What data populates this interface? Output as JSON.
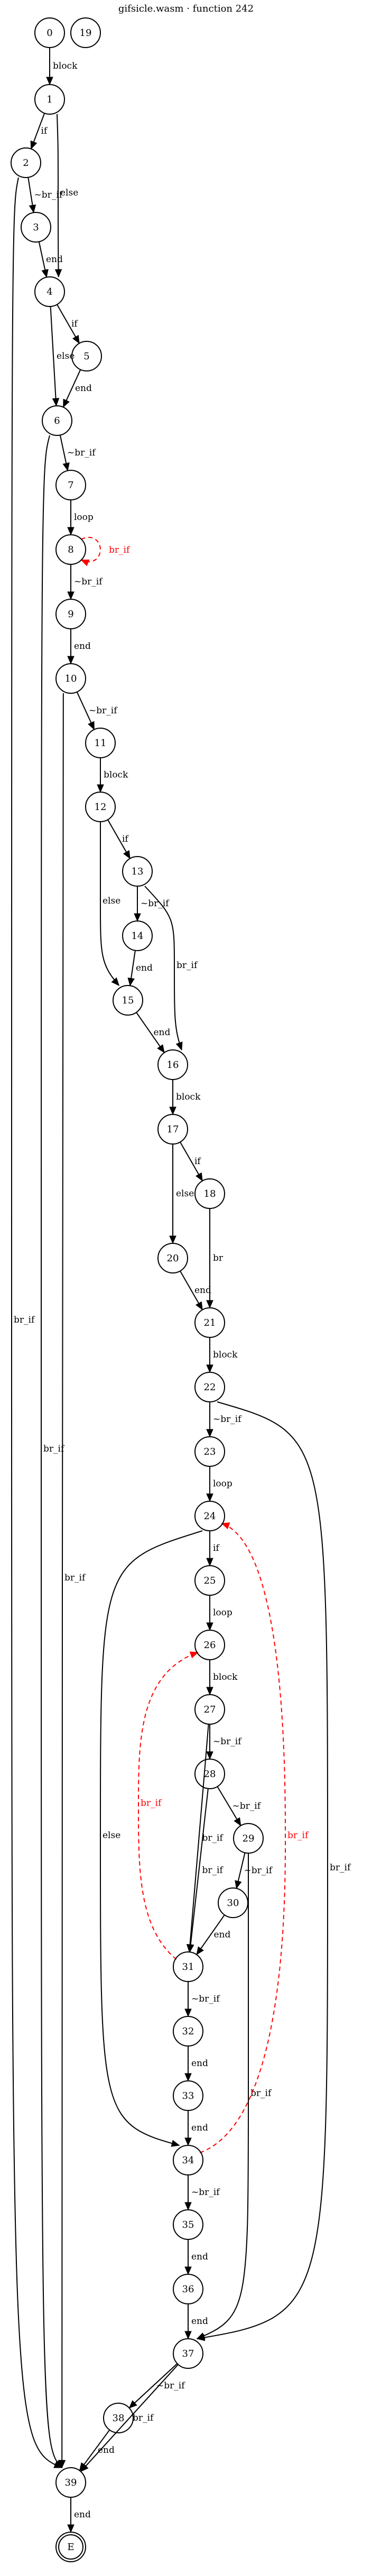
{
  "title": "gifsicle.wasm · function 242",
  "nodes": [
    "0",
    "1",
    "2",
    "3",
    "4",
    "5",
    "6",
    "7",
    "8",
    "9",
    "10",
    "11",
    "12",
    "13",
    "14",
    "15",
    "16",
    "17",
    "18",
    "19",
    "20",
    "21",
    "22",
    "23",
    "24",
    "25",
    "26",
    "27",
    "28",
    "29",
    "30",
    "31",
    "32",
    "33",
    "34",
    "35",
    "36",
    "37",
    "38",
    "39",
    "E"
  ],
  "edges": [
    {
      "from": "0",
      "to": "1",
      "label": "block",
      "kind": "normal"
    },
    {
      "from": "1",
      "to": "2",
      "label": "if",
      "kind": "normal"
    },
    {
      "from": "1",
      "to": "4",
      "label": "else",
      "kind": "normal"
    },
    {
      "from": "2",
      "to": "3",
      "label": "~br_if",
      "kind": "normal"
    },
    {
      "from": "2",
      "to": "39",
      "label": "br_if",
      "kind": "normal"
    },
    {
      "from": "3",
      "to": "4",
      "label": "end",
      "kind": "normal"
    },
    {
      "from": "4",
      "to": "5",
      "label": "if",
      "kind": "normal"
    },
    {
      "from": "4",
      "to": "6",
      "label": "else",
      "kind": "normal"
    },
    {
      "from": "5",
      "to": "6",
      "label": "end",
      "kind": "normal"
    },
    {
      "from": "6",
      "to": "7",
      "label": "~br_if",
      "kind": "normal"
    },
    {
      "from": "6",
      "to": "39",
      "label": "br_if",
      "kind": "normal"
    },
    {
      "from": "7",
      "to": "8",
      "label": "loop",
      "kind": "normal"
    },
    {
      "from": "8",
      "to": "8",
      "label": "br_if",
      "kind": "back"
    },
    {
      "from": "8",
      "to": "9",
      "label": "~br_if",
      "kind": "normal"
    },
    {
      "from": "9",
      "to": "10",
      "label": "end",
      "kind": "normal"
    },
    {
      "from": "10",
      "to": "11",
      "label": "~br_if",
      "kind": "normal"
    },
    {
      "from": "10",
      "to": "39",
      "label": "br_if",
      "kind": "normal"
    },
    {
      "from": "11",
      "to": "12",
      "label": "block",
      "kind": "normal"
    },
    {
      "from": "12",
      "to": "13",
      "label": "if",
      "kind": "normal"
    },
    {
      "from": "12",
      "to": "15",
      "label": "else",
      "kind": "normal"
    },
    {
      "from": "13",
      "to": "14",
      "label": "~br_if",
      "kind": "normal"
    },
    {
      "from": "13",
      "to": "16",
      "label": "br_if",
      "kind": "normal"
    },
    {
      "from": "14",
      "to": "15",
      "label": "end",
      "kind": "normal"
    },
    {
      "from": "15",
      "to": "16",
      "label": "end",
      "kind": "normal"
    },
    {
      "from": "16",
      "to": "17",
      "label": "block",
      "kind": "normal"
    },
    {
      "from": "17",
      "to": "18",
      "label": "if",
      "kind": "normal"
    },
    {
      "from": "17",
      "to": "20",
      "label": "else",
      "kind": "normal"
    },
    {
      "from": "18",
      "to": "21",
      "label": "br",
      "kind": "normal"
    },
    {
      "from": "20",
      "to": "21",
      "label": "end",
      "kind": "normal"
    },
    {
      "from": "21",
      "to": "22",
      "label": "block",
      "kind": "normal"
    },
    {
      "from": "22",
      "to": "23",
      "label": "~br_if",
      "kind": "normal"
    },
    {
      "from": "22",
      "to": "37",
      "label": "br_if",
      "kind": "normal"
    },
    {
      "from": "23",
      "to": "24",
      "label": "loop",
      "kind": "normal"
    },
    {
      "from": "24",
      "to": "25",
      "label": "if",
      "kind": "normal"
    },
    {
      "from": "24",
      "to": "34",
      "label": "else",
      "kind": "normal"
    },
    {
      "from": "25",
      "to": "26",
      "label": "loop",
      "kind": "normal"
    },
    {
      "from": "26",
      "to": "27",
      "label": "block",
      "kind": "normal"
    },
    {
      "from": "27",
      "to": "28",
      "label": "~br_if",
      "kind": "normal"
    },
    {
      "from": "27",
      "to": "31",
      "label": "br_if",
      "kind": "normal"
    },
    {
      "from": "28",
      "to": "29",
      "label": "~br_if",
      "kind": "normal"
    },
    {
      "from": "28",
      "to": "31",
      "label": "br_if",
      "kind": "normal"
    },
    {
      "from": "29",
      "to": "30",
      "label": "~br_if",
      "kind": "normal"
    },
    {
      "from": "29",
      "to": "37",
      "label": "br_if",
      "kind": "normal"
    },
    {
      "from": "30",
      "to": "31",
      "label": "end",
      "kind": "normal"
    },
    {
      "from": "31",
      "to": "26",
      "label": "br_if",
      "kind": "back"
    },
    {
      "from": "31",
      "to": "32",
      "label": "~br_if",
      "kind": "normal"
    },
    {
      "from": "32",
      "to": "33",
      "label": "end",
      "kind": "normal"
    },
    {
      "from": "33",
      "to": "34",
      "label": "end",
      "kind": "normal"
    },
    {
      "from": "34",
      "to": "24",
      "label": "br_if",
      "kind": "back"
    },
    {
      "from": "34",
      "to": "35",
      "label": "~br_if",
      "kind": "normal"
    },
    {
      "from": "35",
      "to": "36",
      "label": "end",
      "kind": "normal"
    },
    {
      "from": "36",
      "to": "37",
      "label": "end",
      "kind": "normal"
    },
    {
      "from": "37",
      "to": "38",
      "label": "~br_if",
      "kind": "normal"
    },
    {
      "from": "37",
      "to": "39",
      "label": "br_if",
      "kind": "normal"
    },
    {
      "from": "38",
      "to": "39",
      "label": "end",
      "kind": "normal"
    },
    {
      "from": "39",
      "to": "E",
      "label": "end",
      "kind": "normal"
    }
  ],
  "colors": {
    "normal": "#000000",
    "back": "#ff0000"
  }
}
